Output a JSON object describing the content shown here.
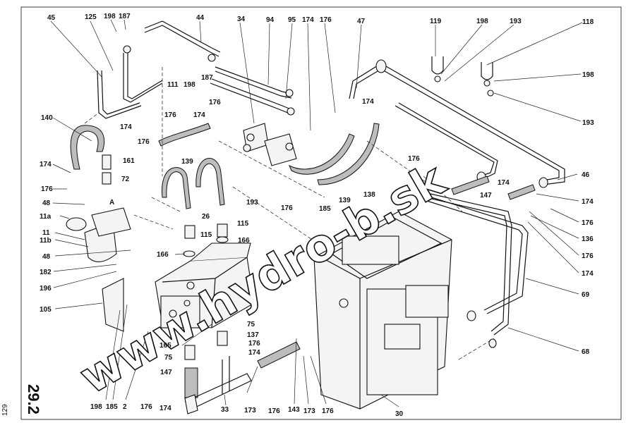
{
  "diagram": {
    "page_label": "29.2",
    "page_number": "129",
    "watermark": "www.hydro-b.sk",
    "labels": [
      "45",
      "125",
      "198",
      "187",
      "44",
      "34",
      "94",
      "95",
      "174",
      "176",
      "47",
      "119",
      "198",
      "193",
      "118",
      "198",
      "193",
      "111",
      "198",
      "187",
      "176",
      "174",
      "176",
      "140",
      "174",
      "176",
      "161",
      "72",
      "174",
      "176",
      "48",
      "139",
      "26",
      "193",
      "176",
      "185",
      "139",
      "138",
      "176",
      "174",
      "147",
      "174",
      "46",
      "174",
      "176",
      "136",
      "176",
      "174",
      "69",
      "68",
      "11a",
      "11",
      "11b",
      "48",
      "115",
      "115",
      "166",
      "166",
      "182",
      "196",
      "105",
      "75",
      "137",
      "176",
      "174",
      "165",
      "75",
      "147",
      "198",
      "185",
      "2",
      "176",
      "174",
      "33",
      "173",
      "176",
      "143",
      "173",
      "176",
      "30",
      "A"
    ]
  }
}
